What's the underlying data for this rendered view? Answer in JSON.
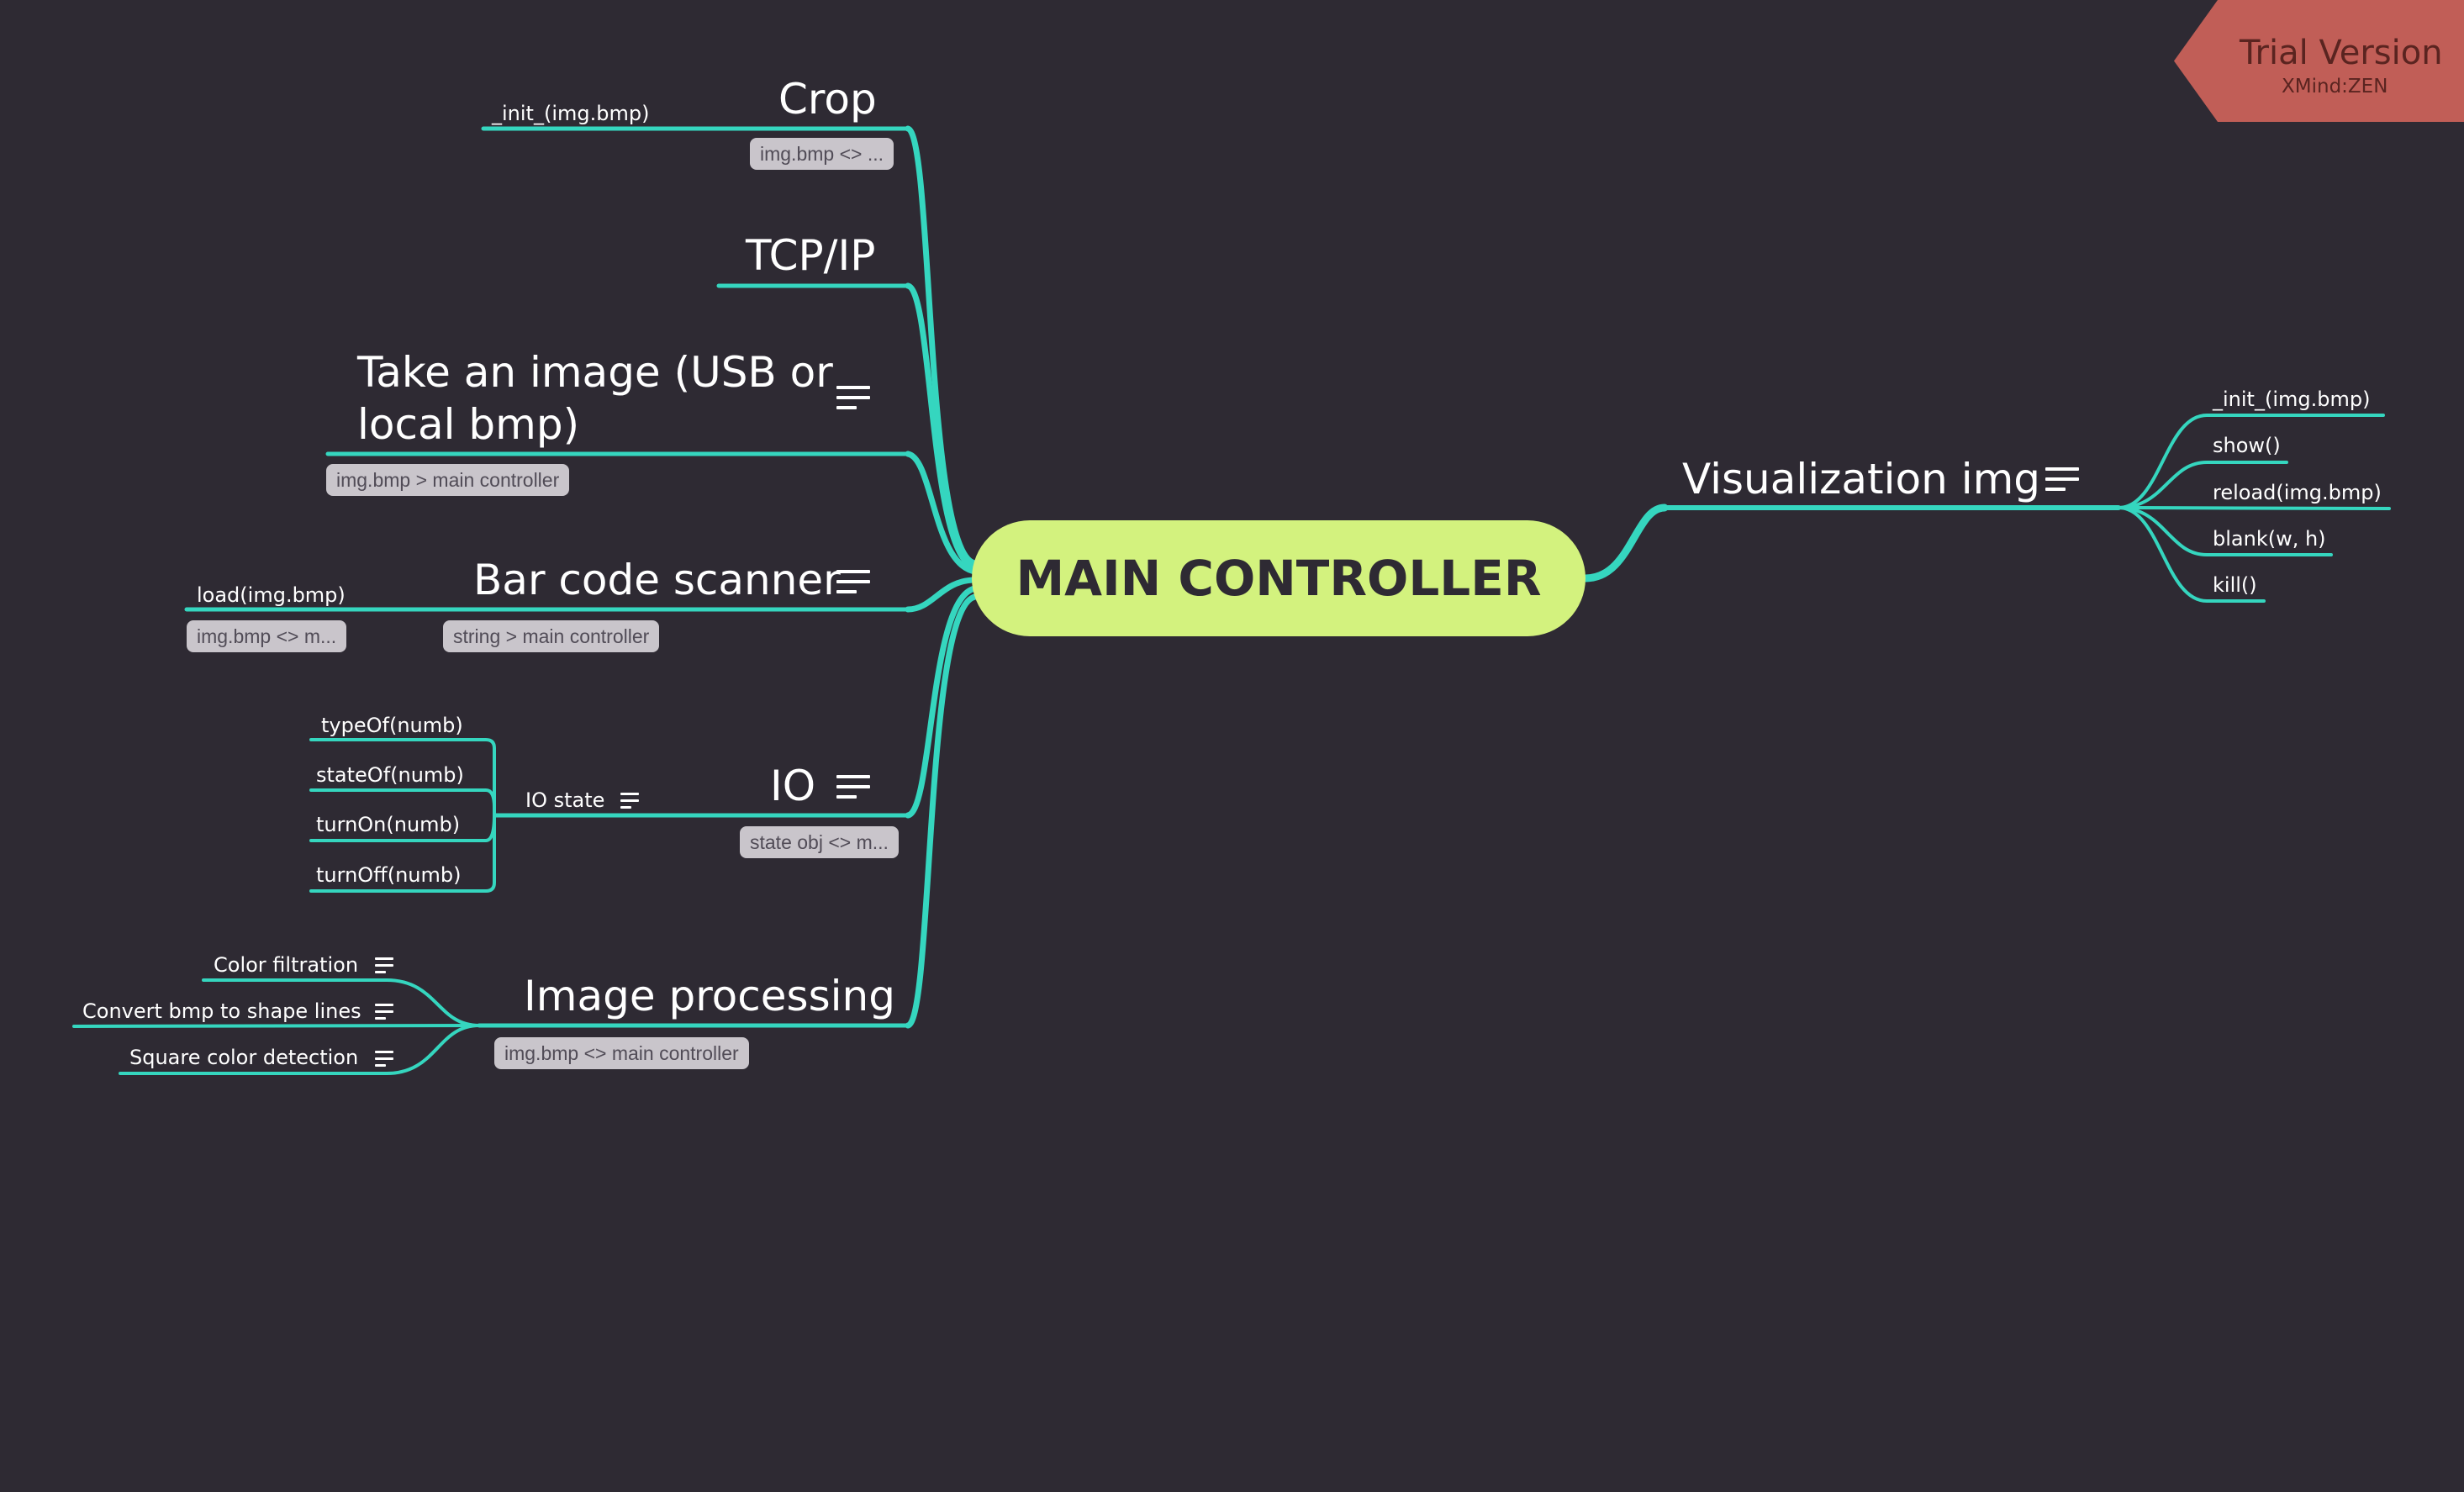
{
  "central": "MAIN CONTROLLER",
  "watermark": {
    "title": "Trial Version",
    "subtitle": "XMind:ZEN"
  },
  "branches": {
    "crop": {
      "label": "Crop",
      "note": "img.bmp <> ...",
      "children": [
        "_init_(img.bmp)"
      ]
    },
    "tcpip": {
      "label": "TCP/IP"
    },
    "take_image": {
      "label_line1": "Take an image (USB or",
      "label_line2": "local bmp)",
      "note": "img.bmp > main controller"
    },
    "barcode": {
      "label": "Bar code scanner",
      "note": "string > main controller",
      "children": [
        "load(img.bmp)"
      ],
      "child_note": "img.bmp <> m..."
    },
    "io": {
      "label": "IO",
      "note": "state obj <> m...",
      "sub": "IO state",
      "children": [
        "typeOf(numb)",
        "stateOf(numb)",
        "turnOn(numb)",
        "turnOff(numb)"
      ]
    },
    "image_processing": {
      "label": "Image processing",
      "note": "img.bmp <> main controller",
      "children": [
        "Color filtration",
        "Convert bmp to shape lines",
        "Square color detection"
      ]
    },
    "visualization": {
      "label": "Visualization img",
      "children": [
        "_init_(img.bmp)",
        "show()",
        "reload(img.bmp)",
        "blank(w, h)",
        "kill()"
      ]
    }
  },
  "colors": {
    "background": "#2e2a33",
    "line": "#35d6bf",
    "central_fill": "#d3f27e",
    "note_fill": "#c9c5cb",
    "watermark": "#c15e57"
  }
}
